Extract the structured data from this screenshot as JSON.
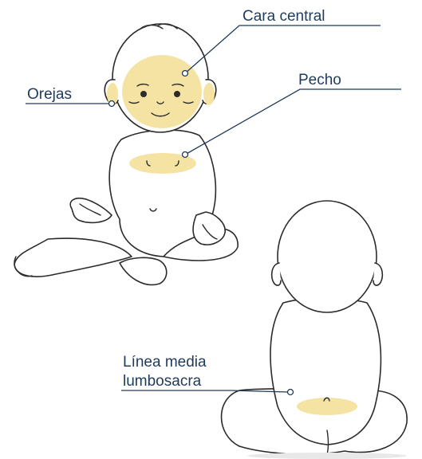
{
  "labels": {
    "cara_central": "Cara central",
    "orejas": "Orejas",
    "pecho": "Pecho",
    "linea_media_1": "Línea media",
    "linea_media_2": "lumbosacra"
  },
  "colors": {
    "highlight": "#f5e3a4",
    "label_text": "#1f3b5c",
    "outline": "#2b2b2b"
  }
}
